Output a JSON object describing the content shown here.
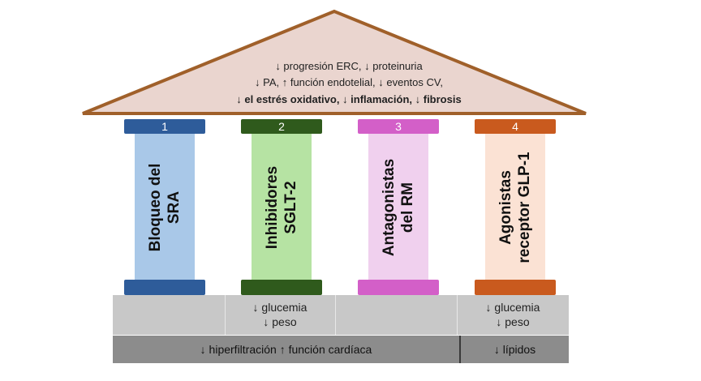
{
  "roof": {
    "line1": "↓ progresión ERC, ↓ proteinuria",
    "line2": "↓ PA, ↑ función endotelial, ↓ eventos CV,",
    "line3": "↓ el estrés oxidativo, ↓ inflamación, ↓ fibrosis",
    "fill": "#ead5cf",
    "stroke": "#a0602a"
  },
  "pillars": [
    {
      "number": "1",
      "label1": "Bloqueo del",
      "label2": "SRA",
      "cap_color": "#2e5c9a",
      "shaft_color": "#a9c8e8"
    },
    {
      "number": "2",
      "label1": "Inhibidores",
      "label2": "SGLT-2",
      "cap_color": "#2f5a1c",
      "shaft_color": "#b6e3a3"
    },
    {
      "number": "3",
      "label1": "Antagonistas",
      "label2": "del RM",
      "cap_color": "#d35fc8",
      "shaft_color": "#f0d0ee"
    },
    {
      "number": "4",
      "label1": "Agonistas",
      "label2": "receptor GLP-1",
      "cap_color": "#c95a1e",
      "shaft_color": "#fbe2d4"
    }
  ],
  "steps": {
    "left_line1": "↓ glucemia",
    "left_line2": "↓ peso",
    "right_line1": "↓ glucemia",
    "right_line2": "↓ peso"
  },
  "floor": {
    "left_text": "↓ hiperfiltración ↑ función cardíaca",
    "right_text": "↓ lípidos"
  }
}
